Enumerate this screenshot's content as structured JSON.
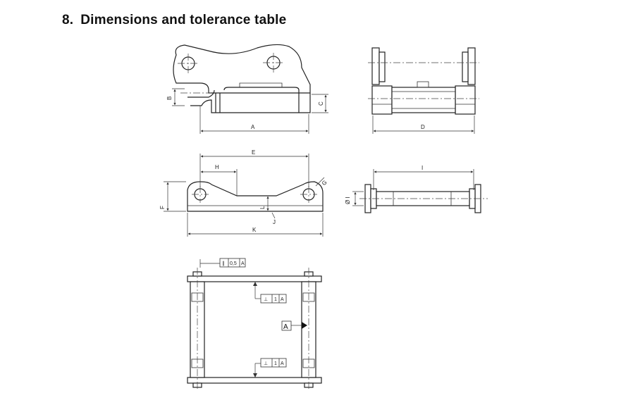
{
  "heading": {
    "number": "8.",
    "title": "Dimensions and tolerance table"
  },
  "labels": {
    "A": "A",
    "B": "B",
    "C": "C",
    "D": "D",
    "E": "E",
    "F": "F",
    "G": "G",
    "H": "H",
    "I": "I",
    "J": "J",
    "K": "K",
    "L": "L",
    "diam_I": "Ø I"
  },
  "tolerances": {
    "top_symbol": "∥",
    "top_value": "0,5",
    "top_datum": "A",
    "mid_symbol": "⊥",
    "mid_value": "1",
    "mid_datum": "A",
    "bot_symbol": "⊥",
    "bot_value": "1",
    "bot_datum": "A",
    "datum_label": "A"
  }
}
